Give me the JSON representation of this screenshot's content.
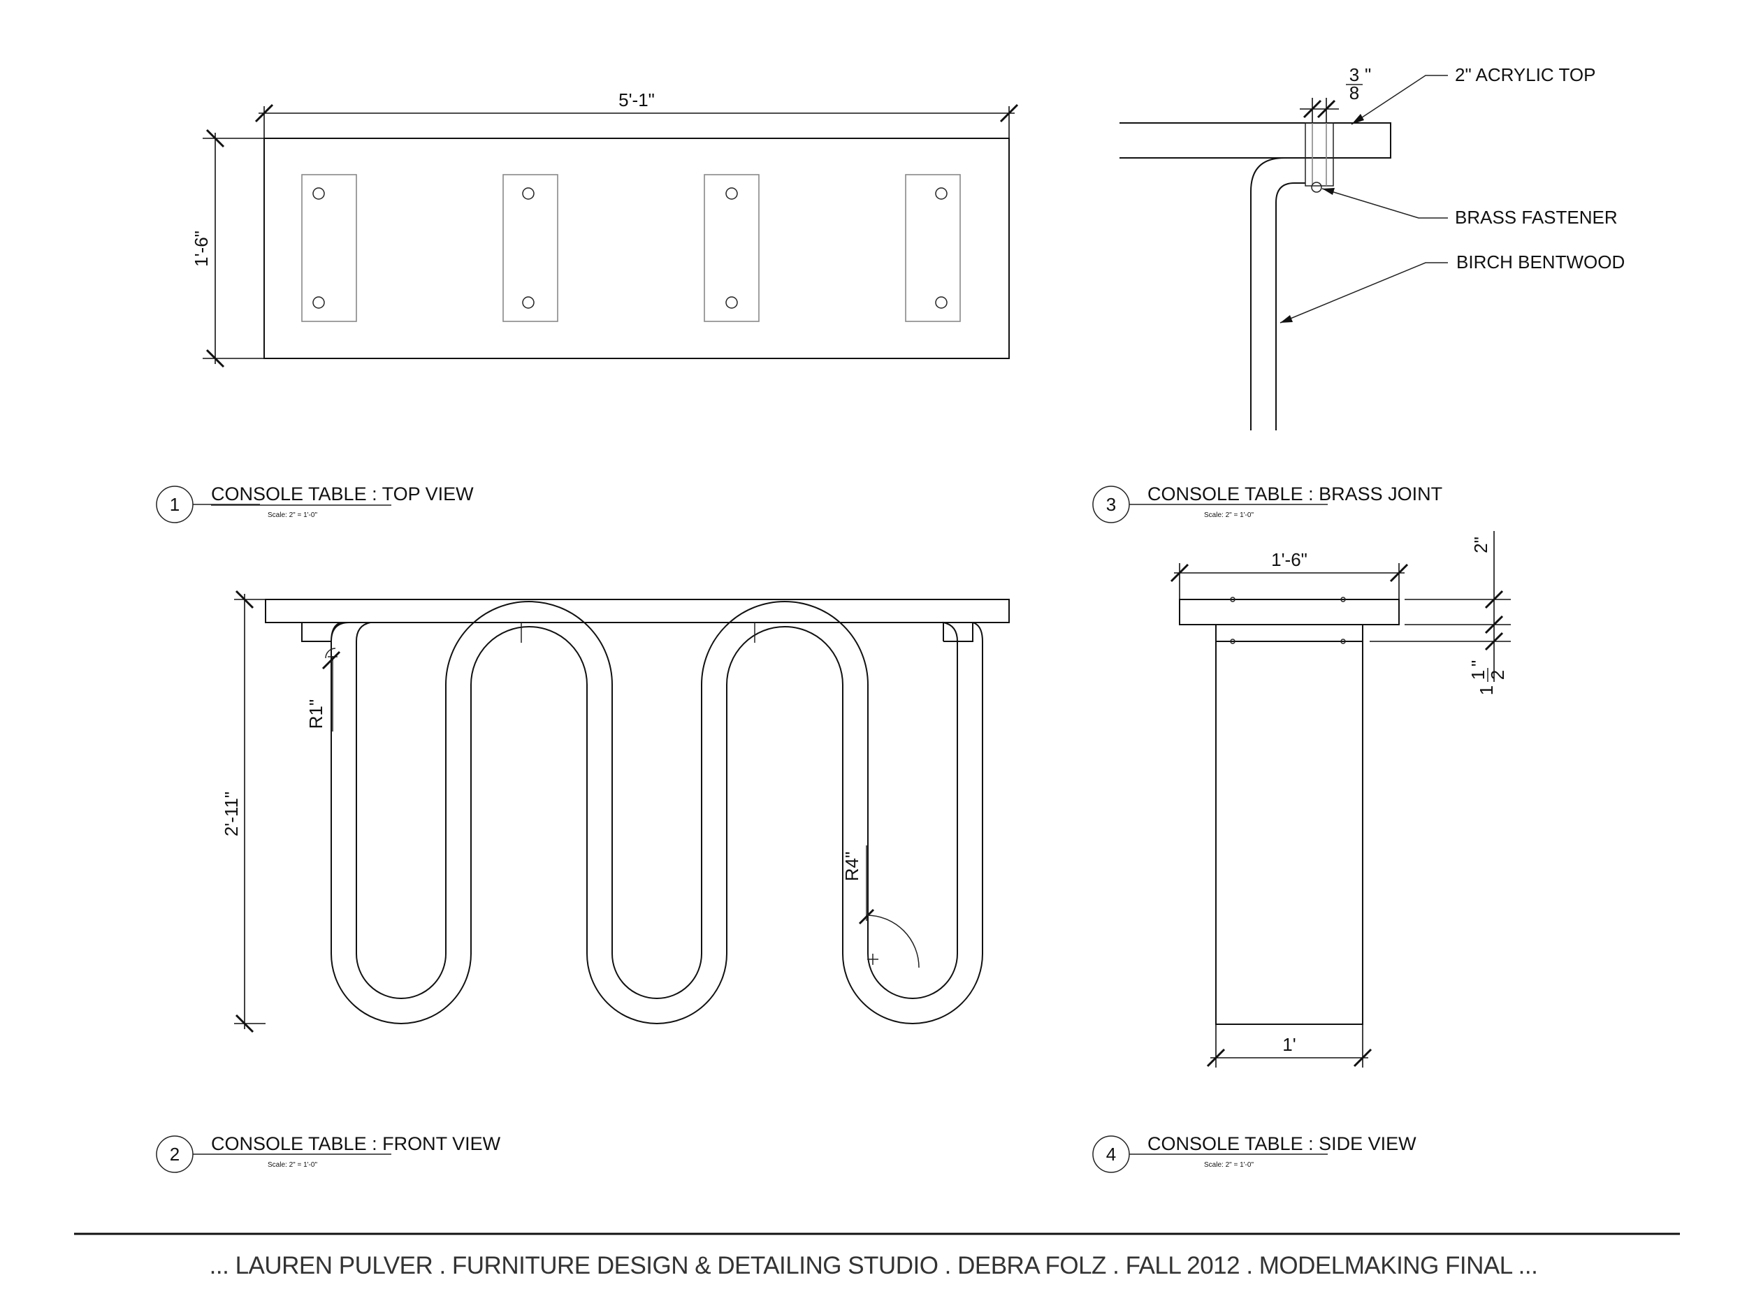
{
  "views": [
    {
      "number": "1",
      "title": "CONSOLE TABLE : TOP VIEW",
      "scale": "Scale: 2\" = 1'-0\""
    },
    {
      "number": "2",
      "title": "CONSOLE TABLE : FRONT VIEW",
      "scale": "Scale: 2\" = 1'-0\""
    },
    {
      "number": "3",
      "title": "CONSOLE TABLE : BRASS JOINT",
      "scale": "Scale: 2\" = 1'-0\""
    },
    {
      "number": "4",
      "title": "CONSOLE TABLE : SIDE VIEW",
      "scale": "Scale: 2\" = 1'-0\""
    }
  ],
  "dimensions": {
    "top_width": "5'-1\"",
    "top_depth": "1'-6\"",
    "front_height": "2'-11\"",
    "radius_small": "R1\"",
    "radius_large": "R4\"",
    "joint_thickness_num": "3",
    "joint_thickness_den": "8",
    "side_depth": "1'-6\"",
    "side_base": "1'",
    "side_top_thickness": "2\"",
    "side_spacer_whole": "1",
    "side_spacer_num": "1",
    "side_spacer_den": "2"
  },
  "callouts": {
    "acrylic_top": "2\" ACRYLIC TOP",
    "brass_fastener": "BRASS FASTENER",
    "birch_bentwood": "BIRCH BENTWOOD"
  },
  "footer": "... LAUREN PULVER . FURNITURE DESIGN & DETAILING STUDIO . DEBRA FOLZ . FALL 2012 . MODELMAKING FINAL ..."
}
